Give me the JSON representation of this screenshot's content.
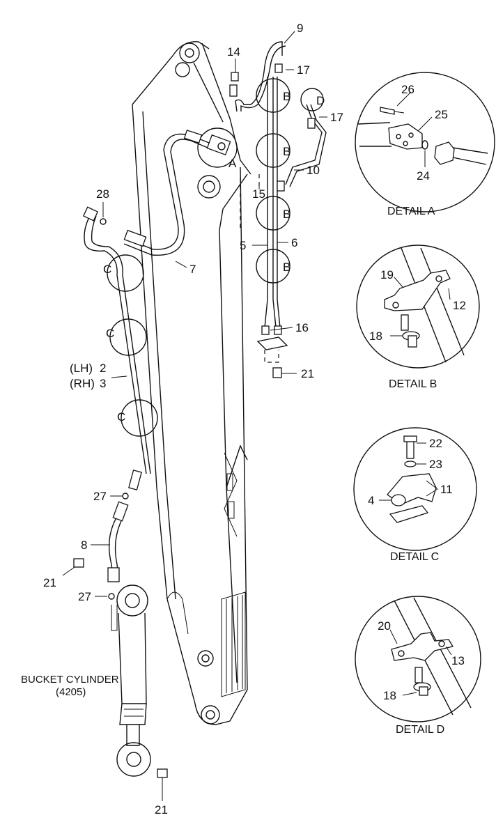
{
  "part_numbers": {
    "p2": "2",
    "p3": "3",
    "p4": "4",
    "p5": "5",
    "p6": "6",
    "p7": "7",
    "p8": "8",
    "p9": "9",
    "p10": "10",
    "p11": "11",
    "p12": "12",
    "p13": "13",
    "p14": "14",
    "p15": "15",
    "p16": "16",
    "p17": "17",
    "p18": "18",
    "p19": "19",
    "p20": "20",
    "p21": "21",
    "p22": "22",
    "p23": "23",
    "p24": "24",
    "p25": "25",
    "p26": "26",
    "p27": "27",
    "p28": "28"
  },
  "side_labels": {
    "lh": "(LH)",
    "rh": "(RH)"
  },
  "markers": {
    "a": "A",
    "b": "B",
    "c": "C",
    "d": "D"
  },
  "details": {
    "a": "DETAIL A",
    "b": "DETAIL B",
    "c": "DETAIL C",
    "d": "DETAIL D"
  },
  "bucket_cylinder": {
    "name": "BUCKET CYLINDER",
    "code": "(4205)"
  }
}
